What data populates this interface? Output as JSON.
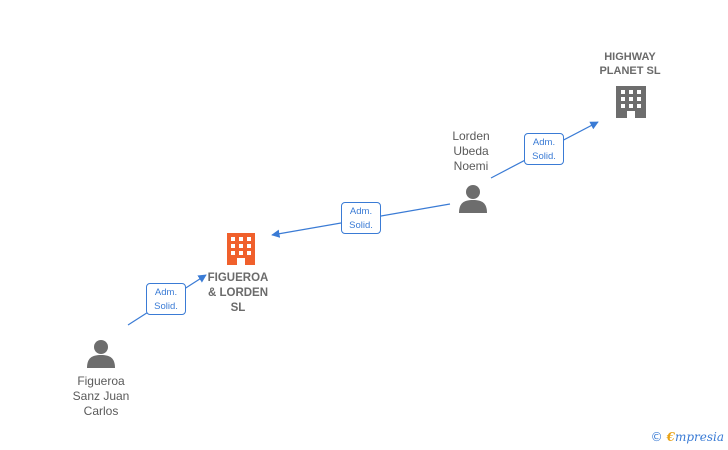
{
  "nodes": {
    "highway": {
      "label": "HIGHWAY\nPLANET SL"
    },
    "lorden_person": {
      "label": "Lorden\nUbeda\nNoemi"
    },
    "figueroa_company": {
      "label": "FIGUEROA\n& LORDEN\nSL"
    },
    "figueroa_person": {
      "label": "Figueroa\nSanz Juan\nCarlos"
    }
  },
  "relations": [
    {
      "line1": "Adm.",
      "line2": "Solid."
    },
    {
      "line1": "Adm.",
      "line2": "Solid."
    },
    {
      "line1": "Adm.",
      "line2": "Solid."
    }
  ],
  "footer": {
    "copyright": "©",
    "brand_e": "€",
    "brand_rest": "mpresia"
  },
  "colors": {
    "edge": "#3a7bd5",
    "main_company": "#f0602c",
    "company": "#6d6d6d",
    "person": "#6d6d6d"
  }
}
